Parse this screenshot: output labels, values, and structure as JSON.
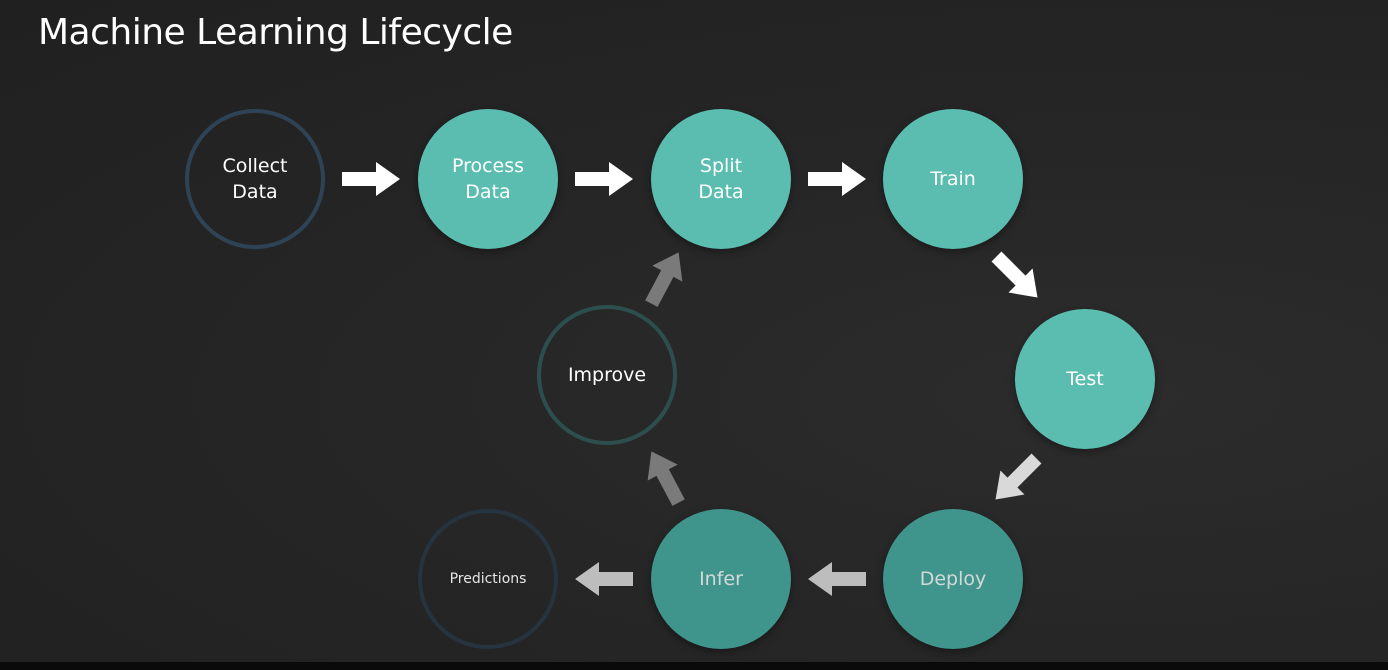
{
  "title": "Machine Learning Lifecycle",
  "nodes": {
    "collect": "Collect\nData",
    "process": "Process\nData",
    "split": "Split\nData",
    "train": "Train",
    "test": "Test",
    "deploy": "Deploy",
    "infer": "Infer",
    "predictions": "Predictions",
    "improve": "Improve"
  },
  "colors": {
    "accent_teal": "#5bbdb0",
    "dim_teal": "#3f958c",
    "background": "#262626",
    "arrow_white": "#ffffff",
    "arrow_grey": "#bdbdbd",
    "arrow_dark": "#7a7a7a"
  }
}
